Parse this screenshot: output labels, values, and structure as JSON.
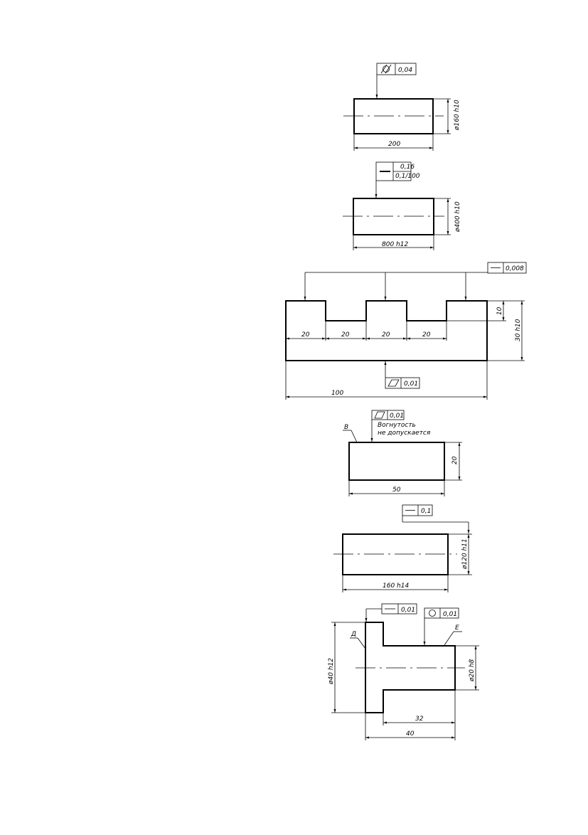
{
  "fig1": {
    "tol_value": "0,04",
    "tol_symbol": "cylindricity-symbol",
    "dim_diameter": "ø160 h10",
    "dim_length": "200"
  },
  "fig2": {
    "tol_value": "0,16",
    "tol_value2": "0,1/100",
    "tol_symbol": "straightness-symbol",
    "dim_diameter": "ø400 h10",
    "dim_length": "800 h12"
  },
  "fig3": {
    "tol_value": "0,008",
    "tol_symbol": "straightness-symbol",
    "bottom_tol_value": "0,01",
    "bottom_tol_symbol": "flatness-symbol",
    "step_dims": [
      "20",
      "20",
      "20",
      "20"
    ],
    "dim_depth": "10",
    "dim_height": "30 h10",
    "dim_length": "100"
  },
  "fig4": {
    "tol_value": "0,01",
    "tol_symbol": "flatness-symbol",
    "note_line1": "Вогнутость",
    "note_line2": "не допускается",
    "surface_label": "В",
    "dim_height": "20",
    "dim_length": "50"
  },
  "fig5": {
    "tol_value": "0,1",
    "tol_symbol": "straightness-symbol",
    "dim_diameter": "ø120 h11",
    "dim_length": "160 h14"
  },
  "fig6": {
    "tol_left_value": "0,01",
    "tol_left_symbol": "straightness-symbol",
    "tol_right_value": "0,01",
    "tol_right_symbol": "roundness-symbol",
    "label_left": "Д",
    "label_right": "Е",
    "dim_big_diameter": "ø40 h12",
    "dim_small_diameter": "ø20 h8",
    "dim_shoulder": "32",
    "dim_total": "40"
  }
}
